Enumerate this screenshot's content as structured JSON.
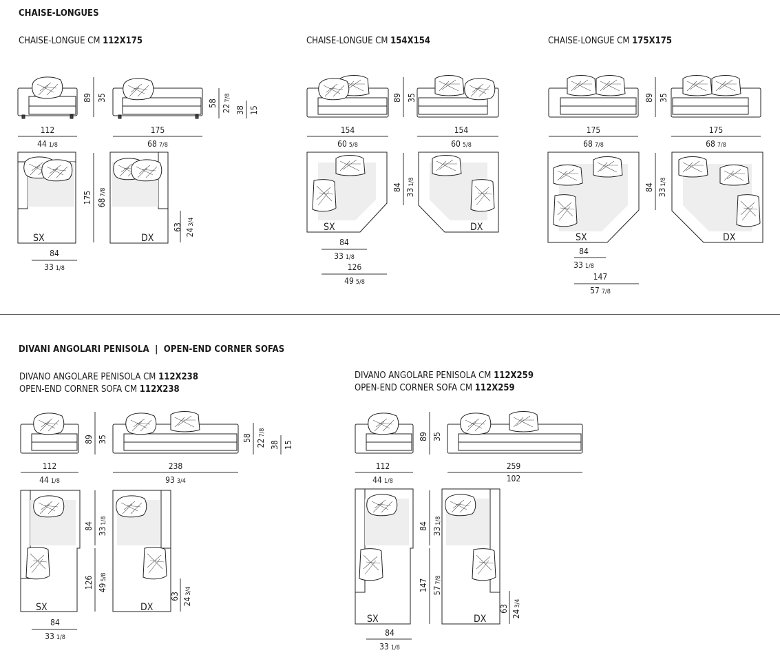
{
  "sections": {
    "chaise": {
      "title": "CHAISE-LONGUES",
      "models": [
        {
          "prefix": "CHAISE-LONGUE CM ",
          "size": "112X175"
        },
        {
          "prefix": "CHAISE-LONGUE CM ",
          "size": "154X154"
        },
        {
          "prefix": "CHAISE-LONGUE CM ",
          "size": "175X175"
        }
      ]
    },
    "corner": {
      "title": "DIVANI ANGOLARI PENISOLA  |  OPEN-END CORNER SOFAS",
      "models": [
        {
          "line1_prefix": "DIVANO ANGOLARE PENISOLA CM ",
          "line1_size": "112X238",
          "line2_prefix": "OPEN-END CORNER SOFA CM ",
          "line2_size": "112X238"
        },
        {
          "line1_prefix": "DIVANO ANGOLARE PENISOLA CM ",
          "line1_size": "112X259",
          "line2_prefix": "OPEN-END CORNER SOFA CM ",
          "line2_size": "112X259"
        }
      ]
    }
  },
  "side_labels": {
    "left": "SX",
    "right": "DX"
  },
  "dims": {
    "d112": "112",
    "d44": "44",
    "f44": "1/8",
    "d175": "175",
    "d68": "68",
    "f68": "7/8",
    "d154": "154",
    "d60": "60",
    "f60": "5/8",
    "d89": "89",
    "d35": "35",
    "d58": "58",
    "d22": "22",
    "f22": "7/8",
    "d38": "38",
    "d15": "15",
    "d84": "84",
    "d33": "33",
    "f33": "1/8",
    "d63": "63",
    "d24": "24",
    "f24": "3/4",
    "d126": "126",
    "d49": "49",
    "f49": "5/8",
    "d147": "147",
    "d57": "57",
    "f57": "7/8",
    "d238": "238",
    "d93": "93",
    "f93": "3/4",
    "d259": "259",
    "d102": "102"
  }
}
